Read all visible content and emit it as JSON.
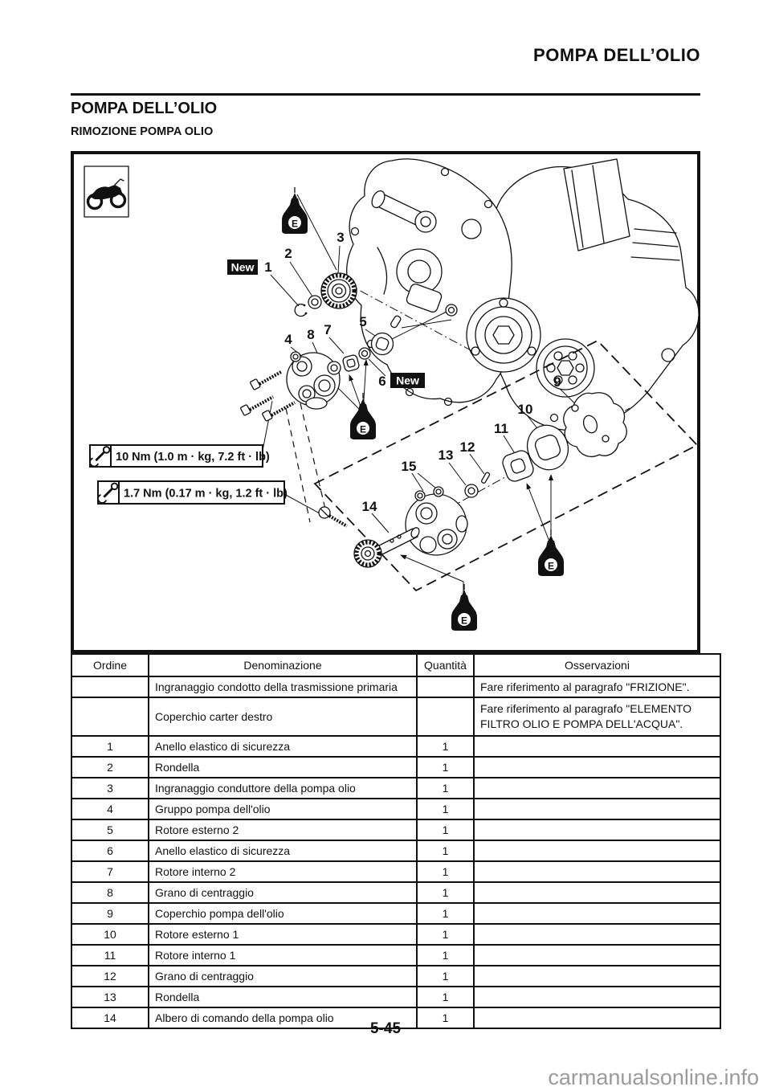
{
  "header": {
    "chapter_title": "POMPA DELL’OLIO",
    "section_title": "POMPA DELL’OLIO",
    "subsection_title": "RIMOZIONE POMPA OLIO"
  },
  "figure": {
    "oil_symbol": "E",
    "new_label": "New",
    "torque_specs": [
      "10 Nm (1.0 m · kg, 7.2 ft · lb)",
      "1.7 Nm (0.17 m · kg, 1.2 ft · lb)"
    ],
    "callouts": [
      "1",
      "2",
      "3",
      "4",
      "5",
      "6",
      "7",
      "8",
      "9",
      "10",
      "11",
      "12",
      "13",
      "14",
      "15"
    ]
  },
  "table": {
    "headers": [
      "Ordine",
      "Denominazione",
      "Quantità",
      "Osservazioni"
    ],
    "rows": [
      {
        "ordine": "",
        "denominazione": "Ingranaggio condotto della trasmissione primaria",
        "quantita": "",
        "osservazioni": "Fare riferimento al paragrafo \"FRIZIONE\"."
      },
      {
        "ordine": "",
        "denominazione": "Coperchio carter destro",
        "quantita": "",
        "osservazioni": "Fare riferimento al paragrafo \"ELEMENTO FILTRO OLIO E POMPA DELL'ACQUA\"."
      },
      {
        "ordine": "1",
        "denominazione": "Anello elastico di sicurezza",
        "quantita": "1",
        "osservazioni": ""
      },
      {
        "ordine": "2",
        "denominazione": "Rondella",
        "quantita": "1",
        "osservazioni": ""
      },
      {
        "ordine": "3",
        "denominazione": "Ingranaggio conduttore della pompa olio",
        "quantita": "1",
        "osservazioni": ""
      },
      {
        "ordine": "4",
        "denominazione": "Gruppo pompa dell'olio",
        "quantita": "1",
        "osservazioni": ""
      },
      {
        "ordine": "5",
        "denominazione": "Rotore esterno 2",
        "quantita": "1",
        "osservazioni": ""
      },
      {
        "ordine": "6",
        "denominazione": "Anello elastico di sicurezza",
        "quantita": "1",
        "osservazioni": ""
      },
      {
        "ordine": "7",
        "denominazione": "Rotore interno 2",
        "quantita": "1",
        "osservazioni": ""
      },
      {
        "ordine": "8",
        "denominazione": "Grano di centraggio",
        "quantita": "1",
        "osservazioni": ""
      },
      {
        "ordine": "9",
        "denominazione": "Coperchio pompa dell'olio",
        "quantita": "1",
        "osservazioni": ""
      },
      {
        "ordine": "10",
        "denominazione": "Rotore esterno 1",
        "quantita": "1",
        "osservazioni": ""
      },
      {
        "ordine": "11",
        "denominazione": "Rotore interno 1",
        "quantita": "1",
        "osservazioni": ""
      },
      {
        "ordine": "12",
        "denominazione": "Grano di centraggio",
        "quantita": "1",
        "osservazioni": ""
      },
      {
        "ordine": "13",
        "denominazione": "Rondella",
        "quantita": "1",
        "osservazioni": ""
      },
      {
        "ordine": "14",
        "denominazione": "Albero di comando della pompa olio",
        "quantita": "1",
        "osservazioni": ""
      }
    ]
  },
  "footer": {
    "page_number": "5-45",
    "watermark": "carmanualsonline.info"
  }
}
